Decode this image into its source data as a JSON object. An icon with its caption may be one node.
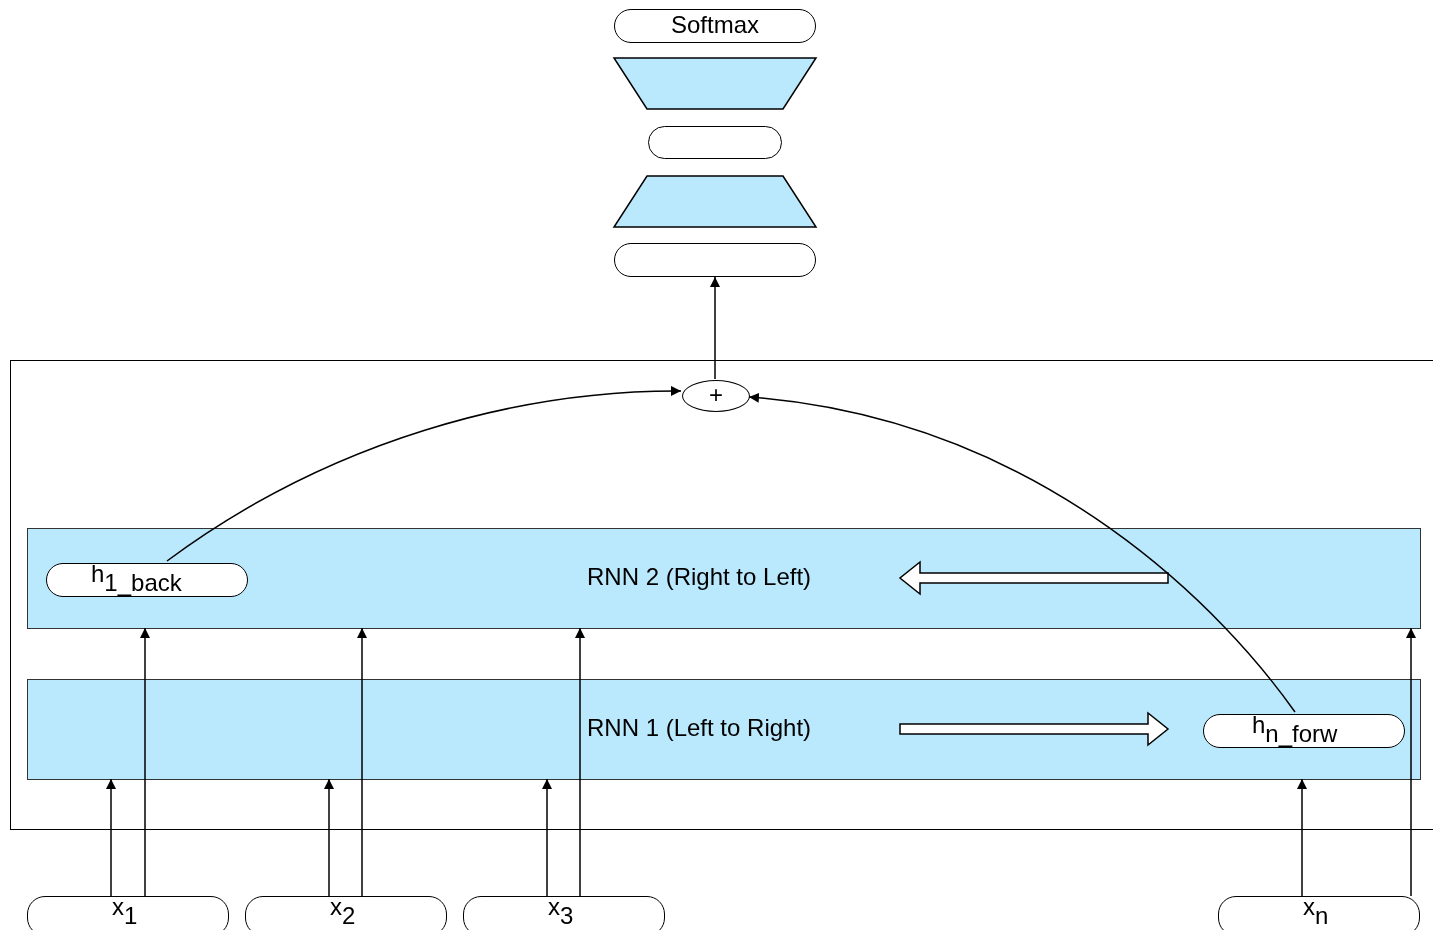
{
  "diagram": {
    "nodes": [
      {
        "text": [
          "Softmax"
        ]
      },
      {
        "text": [],
        "shape": "trapezoid"
      },
      {
        "text": [],
        "shape": "box"
      },
      {
        "text": [],
        "shape": "trapezoid"
      },
      {
        "text": [],
        "shape": "box"
      },
      {
        "text": [],
        "shape": "box"
      },
      {
        "text": [
          "RNN 2 (Right to Left)"
        ],
        "in": 5
      },
      {
        "text": [
          "h$_{1_back}$"
        ],
        "in": 6
      },
      {
        "text": [
          "RNN 1 (Left to Right)"
        ],
        "in": 5
      },
      {
        "text": [
          "h$_{n_forw}$"
        ],
        "in": 8
      },
      {
        "text": [
          "+"
        ],
        "in": 5
      },
      {
        "text": [
          "x$_{1}$"
        ]
      },
      {
        "text": [
          "x$_{2}$"
        ]
      },
      {
        "text": [
          "x$_{3}$"
        ]
      },
      {
        "text": [
          "x$_{n}$"
        ]
      }
    ],
    "edges": [
      {
        "from": 10,
        "to": 4,
        "arrow": "to"
      },
      {
        "from": 7,
        "to": 10,
        "arrow": "to"
      },
      {
        "from": 9,
        "to": 10,
        "arrow": "to"
      },
      {
        "from": 11,
        "to": 8,
        "arrow": "to"
      },
      {
        "from": 11,
        "to": 6,
        "arrow": "to"
      },
      {
        "from": 12,
        "to": 8,
        "arrow": "to"
      },
      {
        "from": 12,
        "to": 6,
        "arrow": "to"
      },
      {
        "from": 13,
        "to": 8,
        "arrow": "to"
      },
      {
        "from": 13,
        "to": 6,
        "arrow": "to"
      },
      {
        "from": 14,
        "to": 8,
        "arrow": "to"
      },
      {
        "from": 14,
        "to": 6,
        "arrow": "to"
      }
    ]
  }
}
